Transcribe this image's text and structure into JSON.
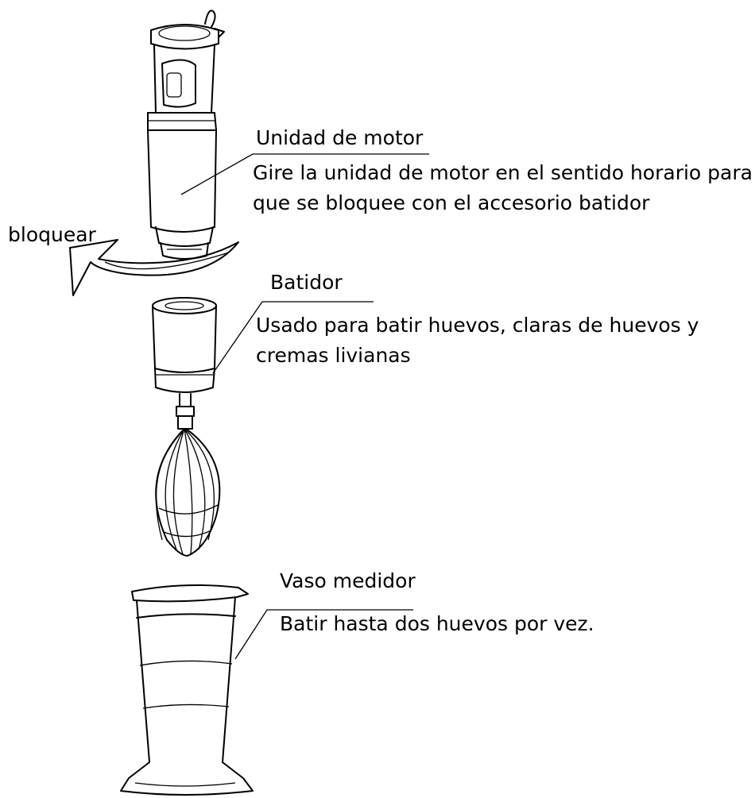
{
  "labels": {
    "lock": "bloquear",
    "motor_title": "Unidad de motor",
    "motor_desc_1": "Gire la unidad de motor en el sentido horario para",
    "motor_desc_2": "que se bloquee con el accesorio batidor",
    "whisk_title": "Batidor",
    "whisk_desc_1": "Usado para batir huevos, claras de huevos y",
    "whisk_desc_2": "cremas livianas",
    "jar_title": "Vaso medidor",
    "jar_desc": "Batir hasta dos huevos por vez."
  }
}
